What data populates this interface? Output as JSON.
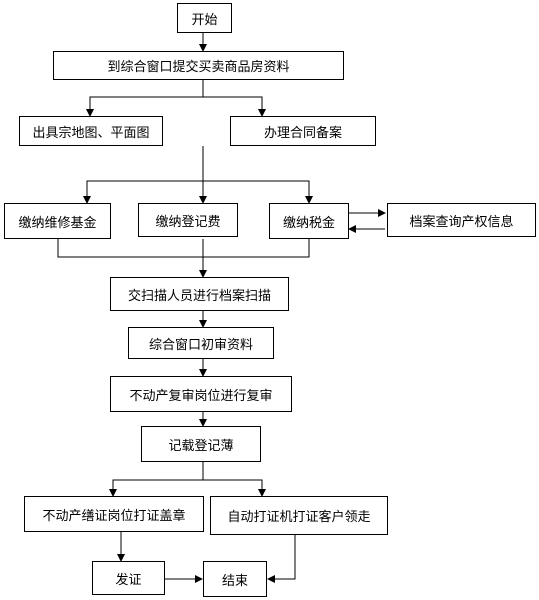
{
  "flowchart": {
    "nodes": {
      "start": "开始",
      "submit": "到综合窗口提交买卖商品房资料",
      "survey": "出具宗地图、平面图",
      "contract": "办理合同备案",
      "maintenance_fund": "缴纳维修基金",
      "registration_fee": "缴纳登记费",
      "tax": "缴纳税金",
      "archive_query": "档案查询产权信息",
      "scan": "交扫描人员进行档案扫描",
      "initial_review": "综合窗口初审资料",
      "re_review": "不动产复审岗位进行复审",
      "record": "记载登记薄",
      "certificate_print": "不动产缮证岗位打证盖章",
      "self_service": "自动打证机打证客户领走",
      "issue": "发证",
      "end": "结束"
    },
    "edges": [
      {
        "from": "start",
        "to": "submit"
      },
      {
        "from": "submit",
        "to": "survey"
      },
      {
        "from": "submit",
        "to": "contract"
      },
      {
        "from": "contract",
        "to": "maintenance_fund"
      },
      {
        "from": "contract",
        "to": "registration_fee"
      },
      {
        "from": "contract",
        "to": "tax"
      },
      {
        "from": "tax",
        "to": "archive_query"
      },
      {
        "from": "archive_query",
        "to": "tax"
      },
      {
        "from": "maintenance_fund",
        "to": "scan"
      },
      {
        "from": "registration_fee",
        "to": "scan"
      },
      {
        "from": "tax",
        "to": "scan"
      },
      {
        "from": "scan",
        "to": "initial_review"
      },
      {
        "from": "initial_review",
        "to": "re_review"
      },
      {
        "from": "re_review",
        "to": "record"
      },
      {
        "from": "record",
        "to": "certificate_print"
      },
      {
        "from": "record",
        "to": "self_service"
      },
      {
        "from": "certificate_print",
        "to": "issue"
      },
      {
        "from": "issue",
        "to": "end"
      },
      {
        "from": "self_service",
        "to": "end"
      }
    ]
  }
}
